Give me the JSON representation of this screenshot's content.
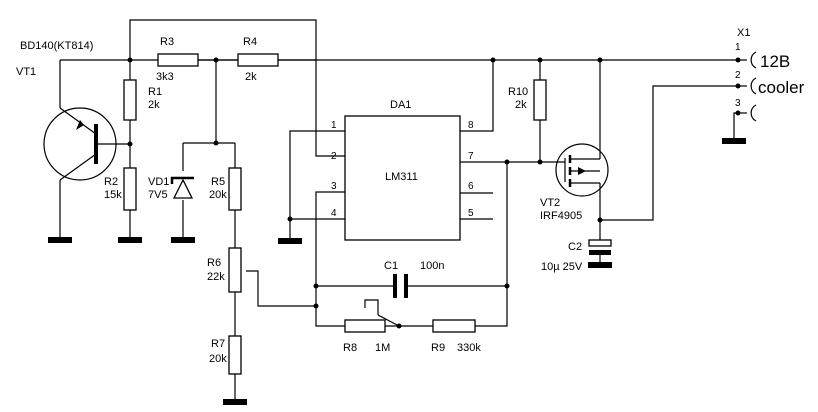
{
  "labels": {
    "vt1_type": "BD140(KT814)",
    "vt1": "VT1",
    "r1": "R1",
    "r1_val": "2k",
    "r2": "R2",
    "r2_val": "15k",
    "r3": "R3",
    "r3_val": "3k3",
    "r4": "R4",
    "r4_val": "2k",
    "vd1": "VD1",
    "vd1_val": "7V5",
    "r5": "R5",
    "r5_val": "20k",
    "r6": "R6",
    "r6_val": "22k",
    "r7": "R7",
    "r7_val": "20k",
    "da1": "DA1",
    "da1_type": "LM311",
    "c1": "C1",
    "c1_val": "100n",
    "r8": "R8",
    "r8_val": "1M",
    "r9": "R9",
    "r9_val": "330k",
    "r10": "R10",
    "r10_val": "2k",
    "vt2": "VT2",
    "vt2_type": "IRF4905",
    "c2": "C2",
    "c2_val": "10µ 25V",
    "x1": "X1",
    "pin_1": "1",
    "pin_2": "2",
    "pin_3": "3",
    "pin_4": "4",
    "pin_5": "5",
    "pin_6": "6",
    "pin_7": "7",
    "pin_8": "8",
    "x1_pin1": "1",
    "x1_pin2": "2",
    "x1_pin3": "3",
    "x1_12v": "12B",
    "x1_cooler": "cooler"
  }
}
